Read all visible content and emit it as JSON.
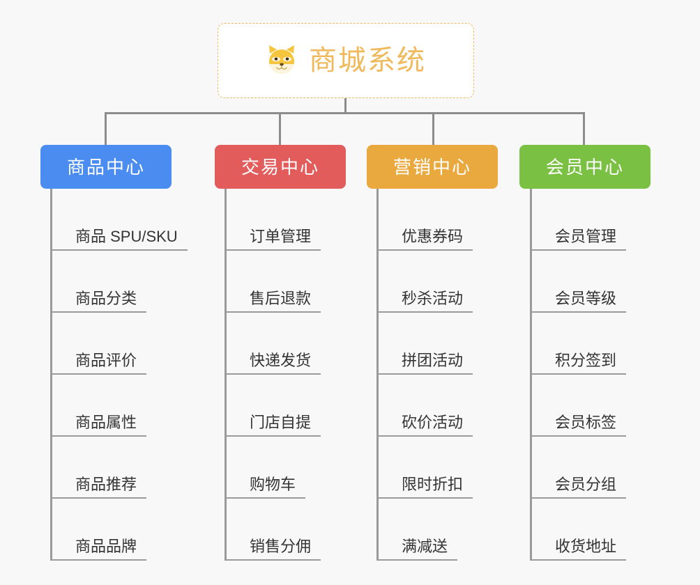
{
  "page": {
    "background_color": "#f8f8f8",
    "title": "商城系统功能架构图"
  },
  "root": {
    "label": "商城系统",
    "icon": "shiba-dog-face-emoji",
    "emoji": "🐶",
    "text_color": "#f0b95c",
    "border_color": "#f0b95c",
    "background_color": "#ffffff"
  },
  "connectors": {
    "color": "#8c8c8c",
    "spine_color": "#9a9a9a"
  },
  "categories": [
    {
      "label": "商品中心",
      "color": "#4a8cf0",
      "items": [
        {
          "label": "商品 SPU/SKU"
        },
        {
          "label": "商品分类"
        },
        {
          "label": "商品评价"
        },
        {
          "label": "商品属性"
        },
        {
          "label": "商品推荐"
        },
        {
          "label": "商品品牌"
        }
      ]
    },
    {
      "label": "交易中心",
      "color": "#e25c5c",
      "items": [
        {
          "label": "订单管理"
        },
        {
          "label": "售后退款"
        },
        {
          "label": "快递发货"
        },
        {
          "label": "门店自提"
        },
        {
          "label": "购物车"
        },
        {
          "label": "销售分佣"
        }
      ]
    },
    {
      "label": "营销中心",
      "color": "#eaa93f",
      "items": [
        {
          "label": "优惠券码"
        },
        {
          "label": "秒杀活动"
        },
        {
          "label": "拼团活动"
        },
        {
          "label": "砍价活动"
        },
        {
          "label": "限时折扣"
        },
        {
          "label": "满减送"
        }
      ]
    },
    {
      "label": "会员中心",
      "color": "#7ac143",
      "items": [
        {
          "label": "会员管理"
        },
        {
          "label": "会员等级"
        },
        {
          "label": "积分签到"
        },
        {
          "label": "会员标签"
        },
        {
          "label": "会员分组"
        },
        {
          "label": "收货地址"
        }
      ]
    }
  ]
}
